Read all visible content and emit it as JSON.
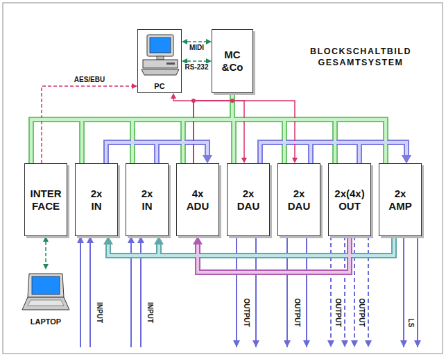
{
  "diagram": {
    "title": "BLOCKSCHALTBILD GESAMTSYSTEM",
    "nodes": [
      {
        "text": [
          "PC"
        ]
      },
      {
        "text": [
          "MC &Co"
        ]
      },
      {
        "text": [
          "INTER FACE"
        ]
      },
      {
        "text": [
          "2x IN"
        ]
      },
      {
        "text": [
          "2x IN"
        ]
      },
      {
        "text": [
          "4x ADU"
        ]
      },
      {
        "text": [
          "2x DAU"
        ]
      },
      {
        "text": [
          "2x DAU"
        ]
      },
      {
        "text": [
          "2x(4x) OUT"
        ]
      },
      {
        "text": [
          "2x AMP"
        ]
      },
      {
        "text": [
          "LAPTOP"
        ]
      }
    ],
    "edges": [
      {
        "from": 0,
        "to": 1,
        "arrow": "both",
        "label": "MIDI"
      },
      {
        "from": 0,
        "to": 1,
        "arrow": "both",
        "label": "RS-232"
      },
      {
        "from": 2,
        "to": 0,
        "arrow": "to",
        "label": "AES/EBU"
      },
      {
        "from": 5,
        "to": 0,
        "arrow": "to"
      },
      {
        "from": 5,
        "to": 6,
        "arrow": "to"
      },
      {
        "from": 5,
        "to": 7,
        "arrow": "to"
      },
      {
        "from": 1,
        "to": 5,
        "arrow": "none"
      },
      {
        "from": 1,
        "to": 2,
        "arrow": "none"
      },
      {
        "from": 1,
        "to": 3,
        "arrow": "none"
      },
      {
        "from": 1,
        "to": 4,
        "arrow": "none"
      },
      {
        "from": 1,
        "to": 5,
        "arrow": "none"
      },
      {
        "from": 1,
        "to": 6,
        "arrow": "none"
      },
      {
        "from": 1,
        "to": 7,
        "arrow": "none"
      },
      {
        "from": 1,
        "to": 8,
        "arrow": "none"
      },
      {
        "from": 1,
        "to": 9,
        "arrow": "none"
      },
      {
        "from": 3,
        "to": 5,
        "arrow": "to"
      },
      {
        "from": 4,
        "to": 5,
        "arrow": "to"
      },
      {
        "from": 6,
        "to": 9,
        "arrow": "to"
      },
      {
        "from": 7,
        "to": 9,
        "arrow": "to"
      },
      {
        "from": 8,
        "to": 9,
        "arrow": "to"
      },
      {
        "from": 9,
        "to": 3,
        "arrow": "to"
      },
      {
        "from": 9,
        "to": 4,
        "arrow": "to"
      },
      {
        "from": 8,
        "to": 5,
        "arrow": "to"
      },
      {
        "from": 2,
        "to": 10,
        "arrow": "both"
      }
    ],
    "labels": [
      "INPUT",
      "INPUT",
      "OUTPUT",
      "OUTPUT",
      "OUTPUT",
      "OUTPUT",
      "LS"
    ]
  }
}
